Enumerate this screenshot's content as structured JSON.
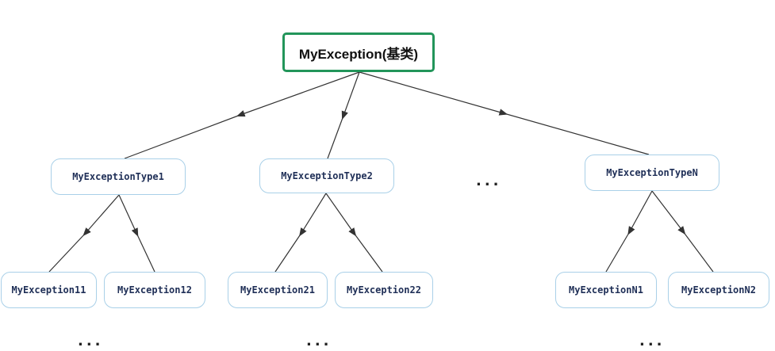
{
  "root": {
    "label": "MyException(基类)"
  },
  "level1": [
    {
      "label": "MyExceptionType1"
    },
    {
      "label": "MyExceptionType2"
    },
    {
      "label": "MyExceptionTypeN"
    }
  ],
  "level2": [
    {
      "label": "MyException11"
    },
    {
      "label": "MyException12"
    },
    {
      "label": "MyException21"
    },
    {
      "label": "MyException22"
    },
    {
      "label": "MyExceptionN1"
    },
    {
      "label": "MyExceptionN2"
    }
  ],
  "ellipsis": "...",
  "colors": {
    "root_border": "#22955a",
    "node_border": "#a9d0e8",
    "line": "#333333"
  }
}
